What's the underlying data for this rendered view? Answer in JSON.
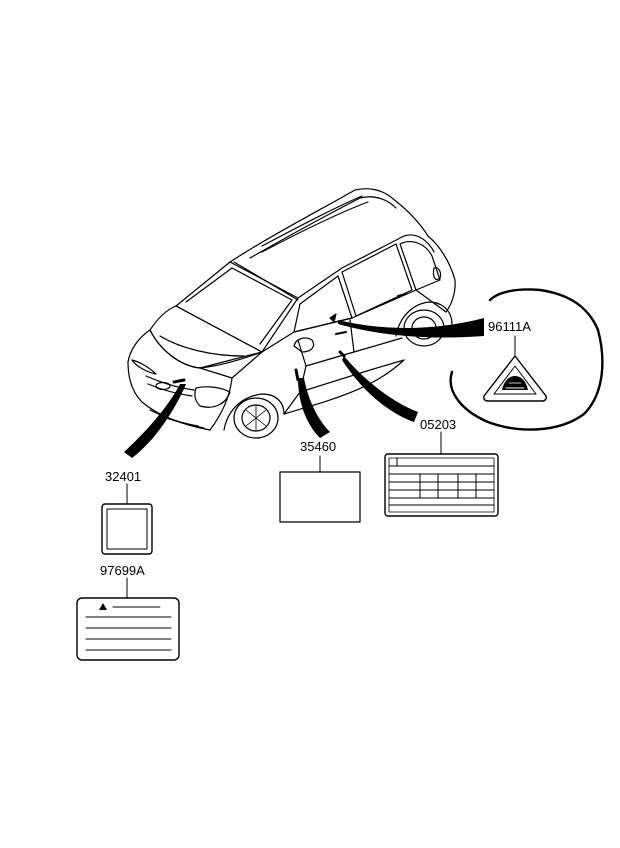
{
  "diagram": {
    "parts": [
      {
        "id": "label-a",
        "number": "96111A"
      },
      {
        "id": "label-b",
        "number": "05203"
      },
      {
        "id": "label-c",
        "number": "35460"
      },
      {
        "id": "label-d",
        "number": "32401"
      },
      {
        "id": "label-e",
        "number": "97699A"
      }
    ],
    "colors": {
      "line": "#000000",
      "background": "#ffffff"
    }
  }
}
